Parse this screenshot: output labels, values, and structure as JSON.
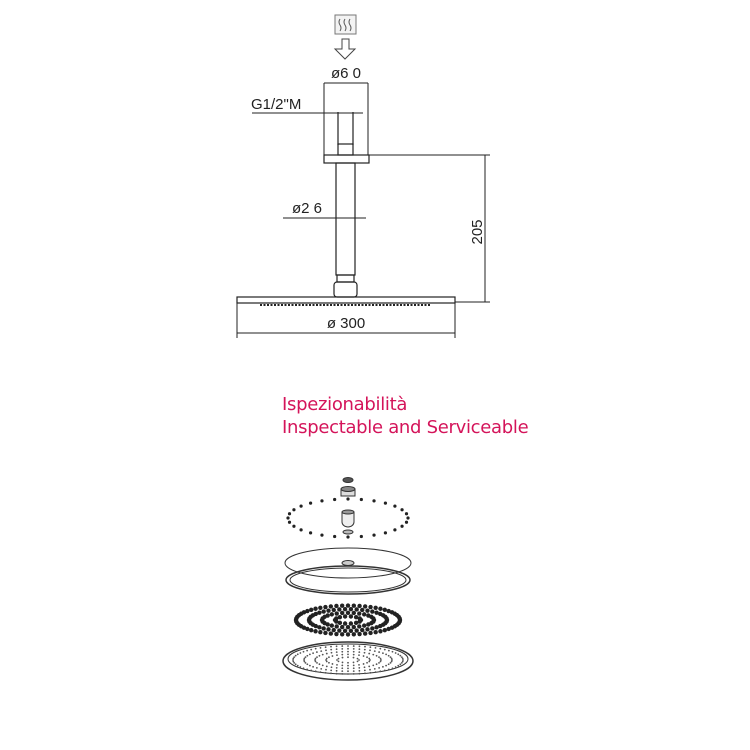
{
  "drawing": {
    "outlet_diameter": "ø6 0",
    "thread": "G1/2\"M",
    "arm_diameter": "ø2 6",
    "height": "205",
    "head_diameter": "ø 300",
    "icon": "hot-water-icon"
  },
  "caption": {
    "italian": "Ispezionabilità",
    "english": "Inspectable and Serviceable"
  },
  "colors": {
    "caption": "#d4145a",
    "line": "#222222"
  }
}
